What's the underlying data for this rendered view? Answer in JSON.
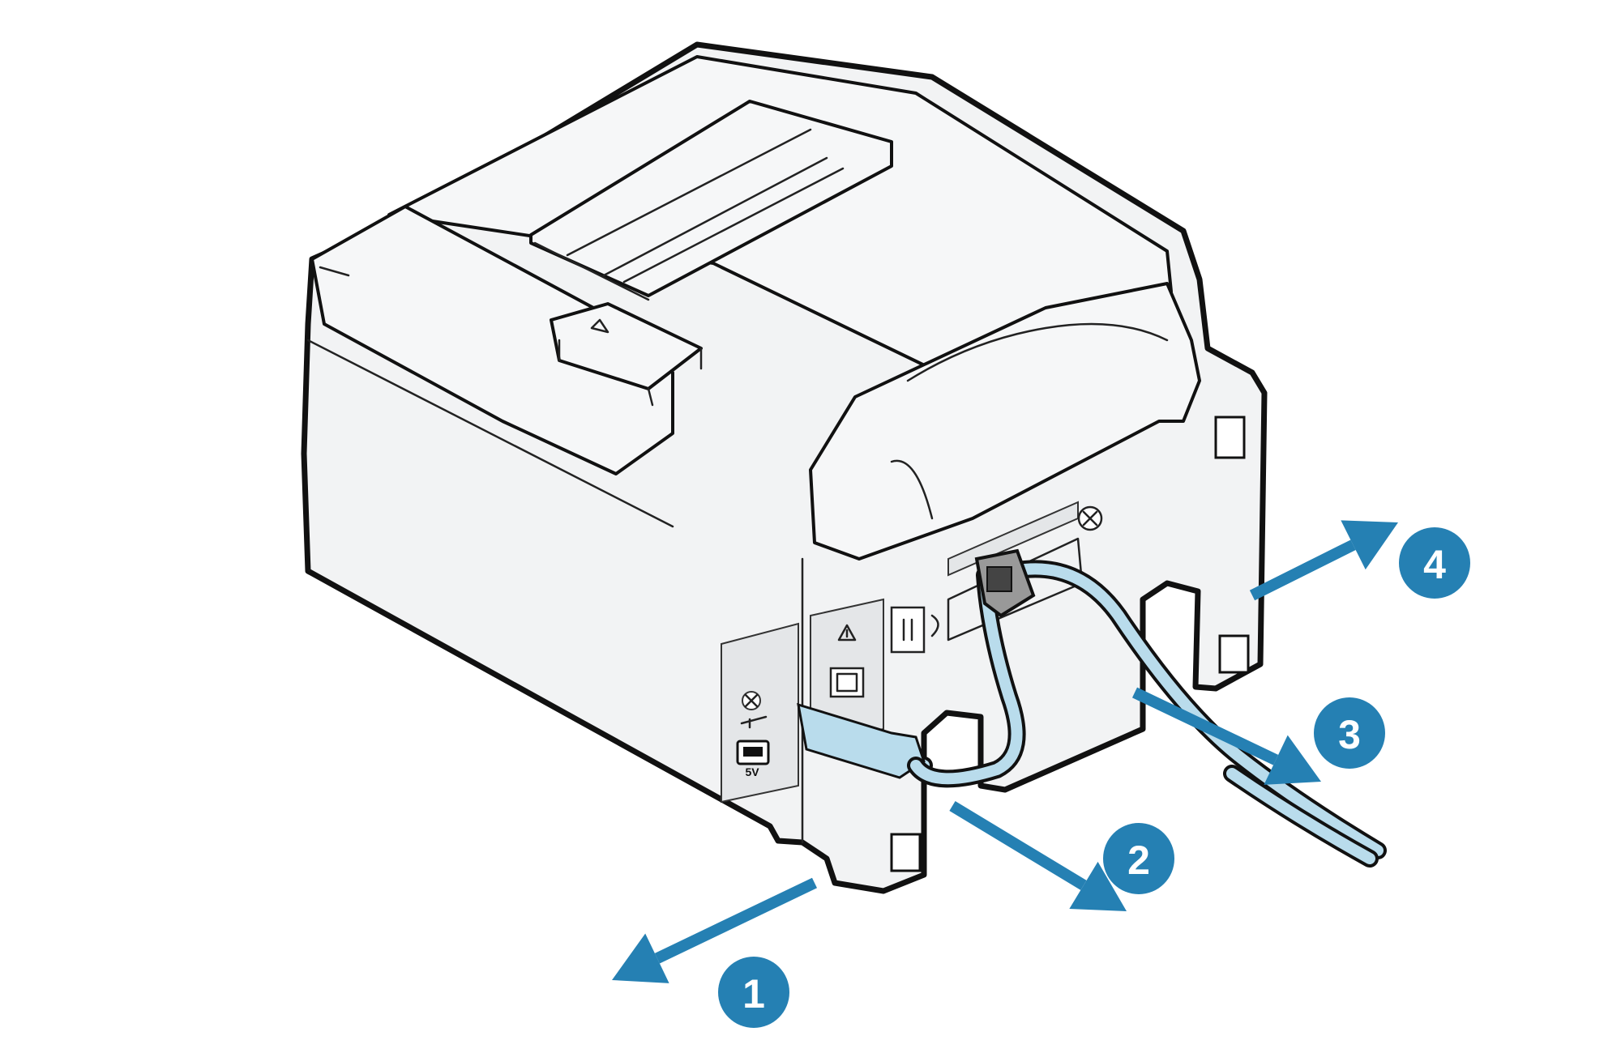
{
  "figure": {
    "subject": "printer-rear-cable-routing",
    "colors": {
      "accent": "#2580b3",
      "cable": "#b9dcec",
      "outline": "#111111",
      "body": "#f2f3f4"
    }
  },
  "port_labels": {
    "usb_voltage": "5V"
  },
  "directions": [
    {
      "id": 1,
      "label": "1"
    },
    {
      "id": 2,
      "label": "2"
    },
    {
      "id": 3,
      "label": "3"
    },
    {
      "id": 4,
      "label": "4"
    }
  ]
}
